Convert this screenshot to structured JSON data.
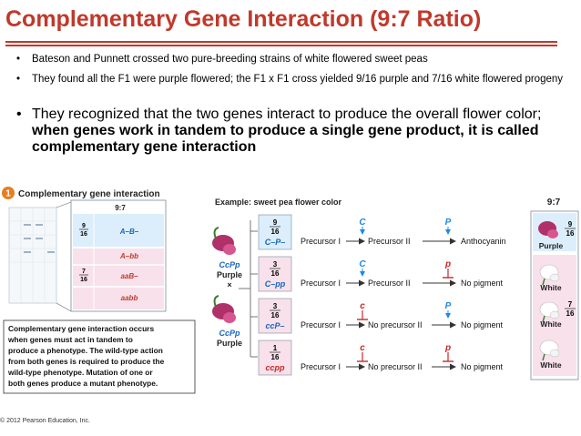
{
  "title": "Complementary Gene Interaction (9:7 Ratio)",
  "bullets": [
    "Bateson and Punnett crossed two pure-breeding strains of white flowered sweet peas",
    "They found all the F1 were purple flowered; the F1 x F1 cross yielded 9/16 purple and 7/16 white flowered progeny",
    "They recognized that the two genes interact to produce the overall flower color; ",
    "when genes work in tandem to produce a single gene product, it is called complementary gene interaction"
  ],
  "bullet_glyph": "•",
  "figure": {
    "badge": "1",
    "heading": "Complementary gene interaction",
    "example": "Example: sweet pea flower color",
    "ratio": "9:7",
    "left_box": {
      "ratio": "9:7",
      "rows": [
        {
          "frac_num": "9",
          "frac_den": "16",
          "geno": "A–B–"
        },
        {
          "frac_num": "",
          "frac_den": "",
          "geno": "A–bb"
        },
        {
          "frac_num": "7",
          "frac_den": "16",
          "geno": "aaB–"
        },
        {
          "frac_num": "",
          "frac_den": "",
          "geno": "aabb"
        }
      ]
    },
    "parents": [
      {
        "geno": "CcPp",
        "label": "Purple"
      },
      {
        "geno": "CcPp",
        "label": "Purple"
      }
    ],
    "cross_symbol": "×",
    "rows": [
      {
        "num": "9",
        "den": "16",
        "geno": "C–P–",
        "gene1": "C",
        "gene2": "P",
        "step1": "Precursor I",
        "step2": "Precursor II",
        "product": "Anthocyanin"
      },
      {
        "num": "3",
        "den": "16",
        "geno": "C–pp",
        "gene1": "C",
        "gene2": "p",
        "step1": "Precursor I",
        "step2": "Precursor II",
        "product": "No pigment"
      },
      {
        "num": "3",
        "den": "16",
        "geno": "ccP–",
        "gene1": "c",
        "gene2": "P",
        "step1": "Precursor I",
        "step2": "No precursor II",
        "product": "No pigment"
      },
      {
        "num": "1",
        "den": "16",
        "geno": "ccpp",
        "gene1": "c",
        "gene2": "p",
        "step1": "Precursor I",
        "step2": "No precursor II",
        "product": "No pigment"
      }
    ],
    "results": [
      {
        "label": "Purple",
        "frac_num": "9",
        "frac_den": "16"
      },
      {
        "label": "White",
        "frac_num": "",
        "frac_den": ""
      },
      {
        "label": "White",
        "frac_num": "7",
        "frac_den": "16"
      },
      {
        "label": "White",
        "frac_num": "",
        "frac_den": ""
      }
    ],
    "caption": [
      "Complementary gene interaction occurs",
      "when genes must act in tandem to",
      "produce a phenotype. The wild-type action",
      "from both genes is required to produce the",
      "wild-type phenotype. Mutation of one or",
      "both genes produce a mutant phenotype."
    ]
  },
  "copyright": "© 2012 Pearson Education, Inc.",
  "colors": {
    "title": "#c0392b",
    "gene_blue": "#1e88e5",
    "gene_red": "#c62828",
    "geno_blue": "#1565c0",
    "pink_box": "#f8e1ea",
    "blue_box": "#dceefb",
    "badge": "#e67e22"
  }
}
